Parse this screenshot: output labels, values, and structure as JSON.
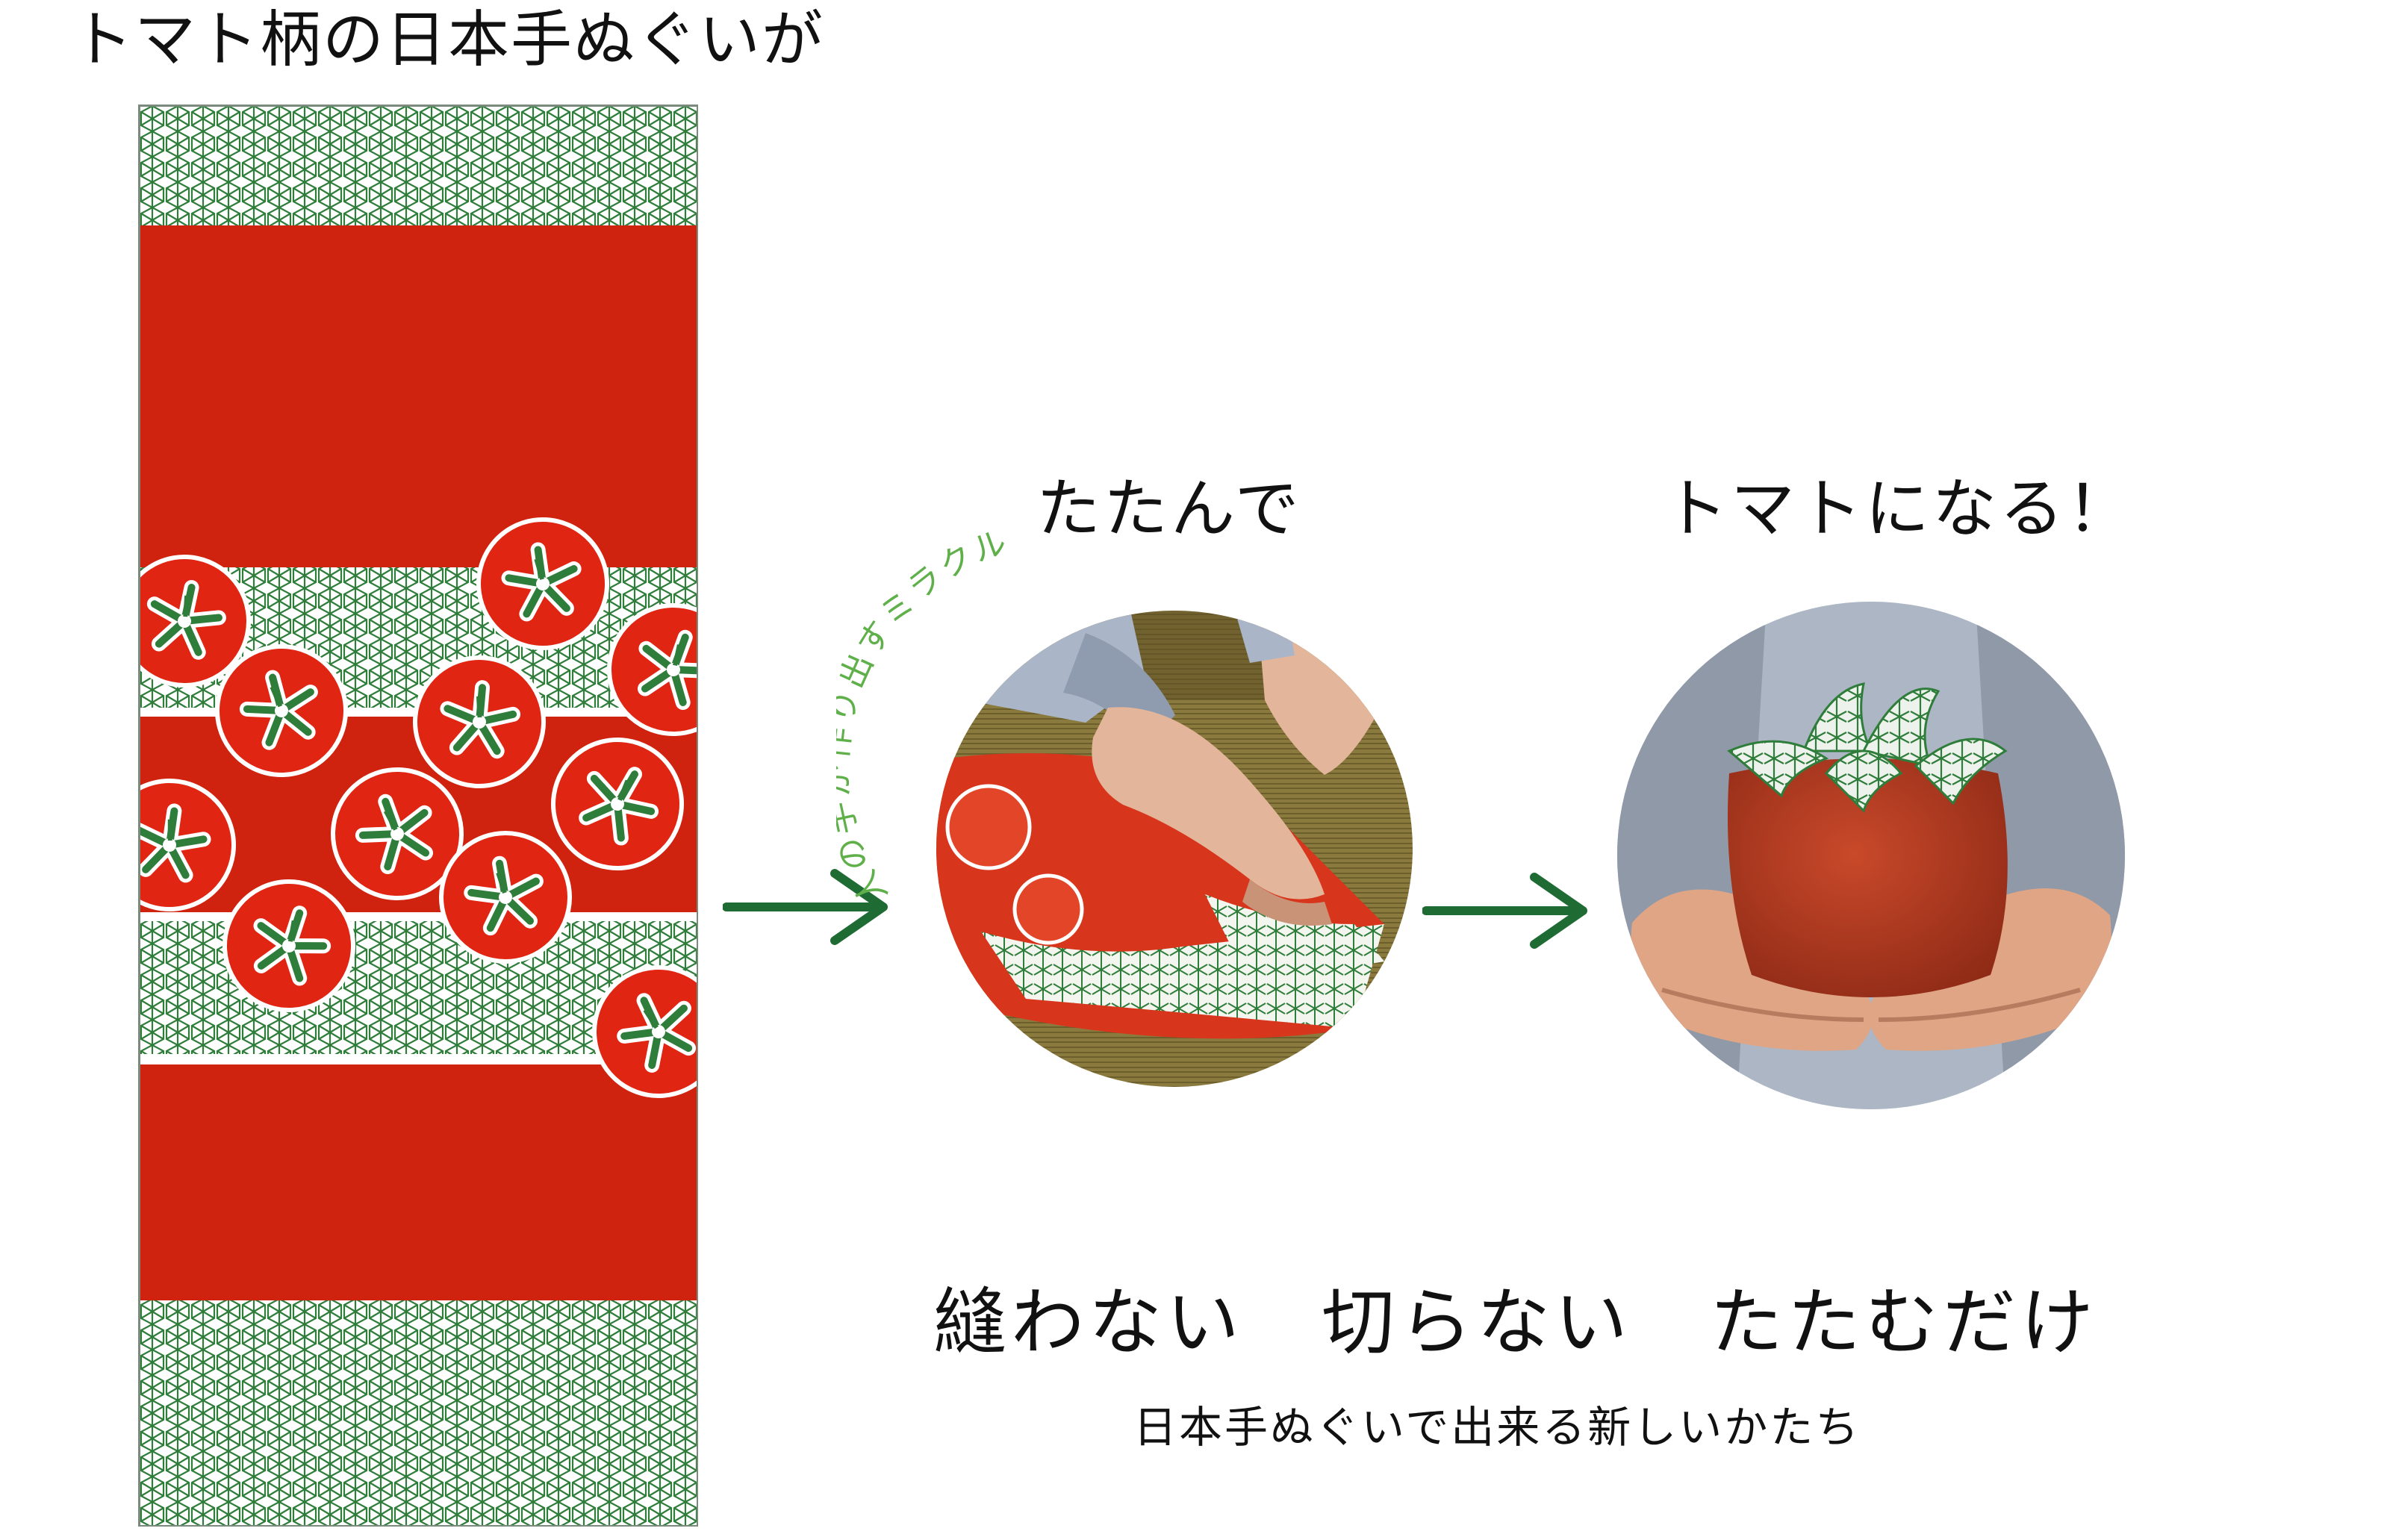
{
  "headline": "トマト柄の日本手ぬぐいが",
  "step1_caption": "たたんで",
  "step2_caption": "トマトになる！",
  "arc_caption": "人の手が作り出すミラクル",
  "slogan": "縫わない　切らない　たたむだけ",
  "subslogan": "日本手ぬぐいで出来る新しいかたち",
  "icons": {
    "arrow_1": "arrow-right-icon",
    "arrow_2": "arrow-right-icon"
  },
  "colors": {
    "towel_red": "#d0230f",
    "tomato_red": "#e02512",
    "pattern_green": "#2f7d3a",
    "arrow_green": "#1f6b34",
    "arc_text_green": "#5fb04a",
    "fabric_red": "#b83a20"
  }
}
